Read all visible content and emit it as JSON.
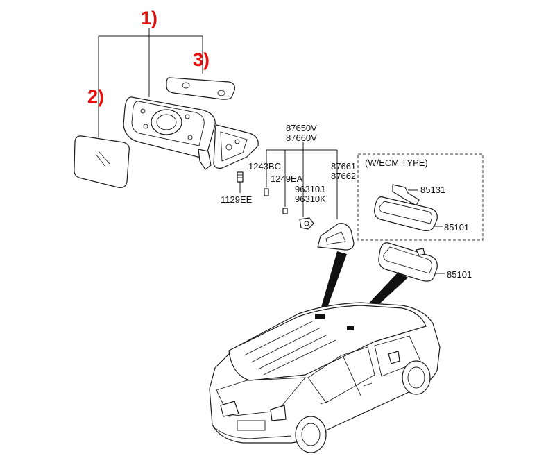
{
  "callouts": {
    "c1": "1)",
    "c2": "2)",
    "c3": "3)"
  },
  "part_numbers": {
    "p87650V": "87650V",
    "p87660V": "87660V",
    "p1243BC": "1243BC",
    "p1249EA": "1249EA",
    "p96310J": "96310J",
    "p96310K": "96310K",
    "p87661": "87661",
    "p87662": "87662",
    "p1129EE": "1129EE",
    "ecm_type": "(W/ECM TYPE)",
    "p85131": "85131",
    "p85101_ecm": "85101",
    "p85101": "85101"
  },
  "colors": {
    "callout": "#e8100c",
    "line": "#1a1a1a"
  }
}
